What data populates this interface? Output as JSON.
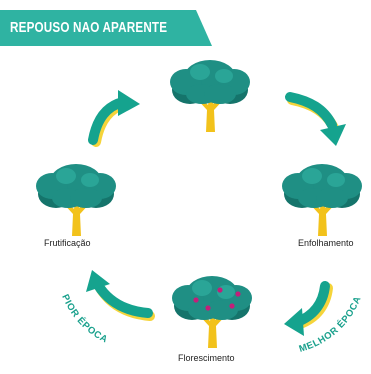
{
  "banner": {
    "title": "REPOUSO NAO APARENTE"
  },
  "stages": {
    "top": "",
    "frutificacao": "Frutificação",
    "enfolhamento": "Enfolhamento",
    "florescimento": "Florescimento"
  },
  "season_labels": {
    "worst": "PIOR ÉPOCA",
    "best": "MELHOR ÉPOCA"
  },
  "colors": {
    "banner": "#2fb3a2",
    "foliage": "#1f8f84",
    "foliage_dark": "#15746b",
    "trunk": "#f2c21b",
    "arrow": "#15a38e",
    "arrow_shadow": "#f5d43a",
    "season_text": "#19a08c",
    "flower": "#c21f7a"
  }
}
